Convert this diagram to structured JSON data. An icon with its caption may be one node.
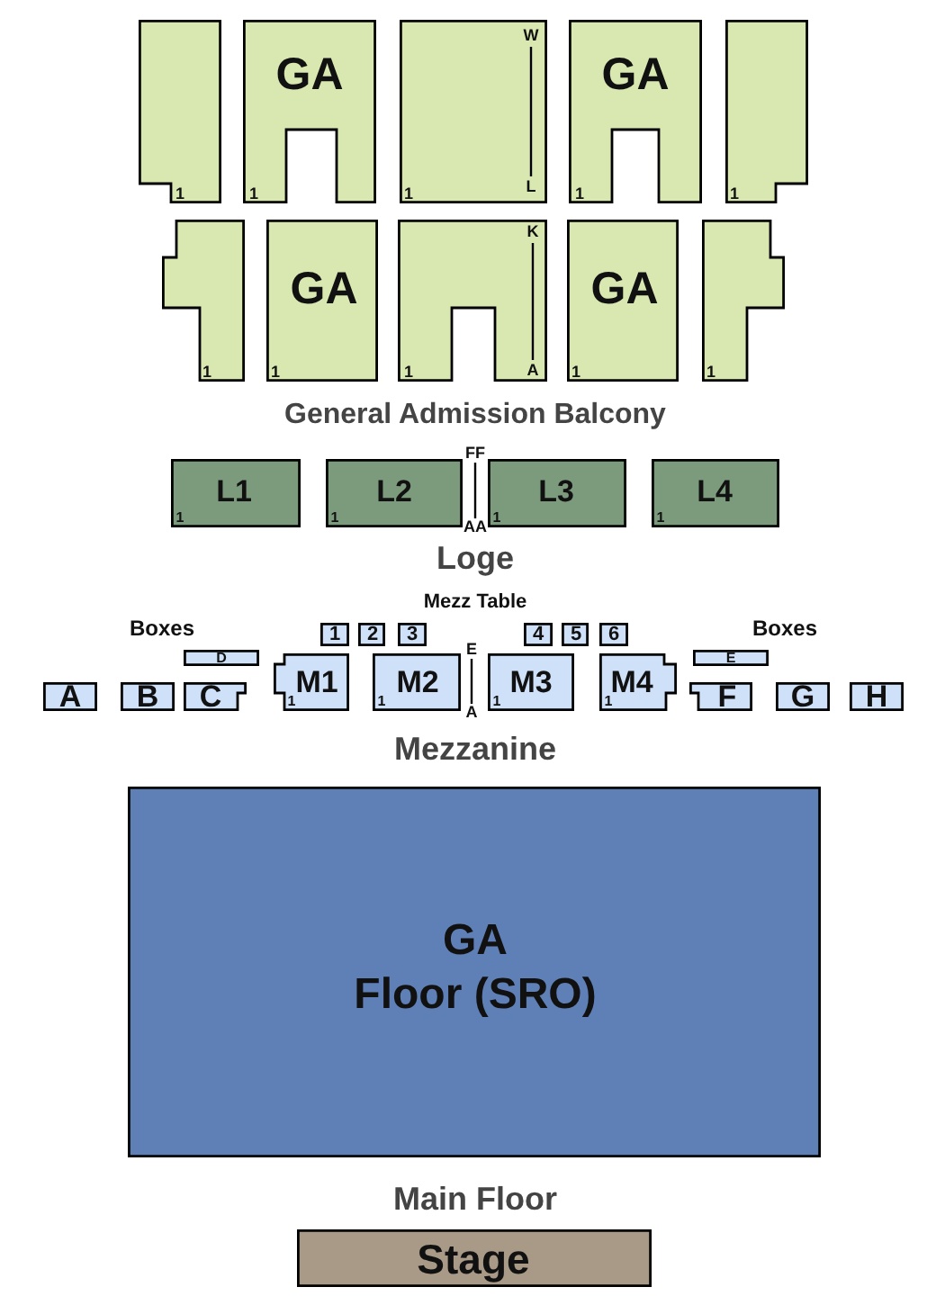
{
  "diagram": {
    "nodes": [
      {
        "text": [
          "1"
        ]
      },
      {
        "text": [
          "GA",
          "1"
        ]
      },
      {
        "text": [
          "W",
          "1",
          "L"
        ]
      },
      {
        "text": [
          "GA",
          "1"
        ]
      },
      {
        "text": [
          "1"
        ]
      },
      {
        "text": [
          "1"
        ]
      },
      {
        "text": [
          "GA",
          "1"
        ]
      },
      {
        "text": [
          "K",
          "1",
          "A"
        ]
      },
      {
        "text": [
          "GA",
          "1"
        ]
      },
      {
        "text": [
          "1"
        ]
      },
      {
        "text": [
          "L1",
          "1"
        ]
      },
      {
        "text": [
          "L2",
          "1"
        ]
      },
      {
        "text": [
          "L3",
          "1"
        ]
      },
      {
        "text": [
          "L4",
          "1"
        ]
      },
      {
        "text": [
          "1"
        ]
      },
      {
        "text": [
          "2"
        ]
      },
      {
        "text": [
          "3"
        ]
      },
      {
        "text": [
          "4"
        ]
      },
      {
        "text": [
          "5"
        ]
      },
      {
        "text": [
          "6"
        ]
      },
      {
        "text": [
          "D"
        ]
      },
      {
        "text": [
          "E"
        ]
      },
      {
        "text": [
          "A"
        ]
      },
      {
        "text": [
          "B"
        ]
      },
      {
        "text": [
          "C"
        ]
      },
      {
        "text": [
          "M1",
          "1"
        ]
      },
      {
        "text": [
          "M2",
          "1"
        ]
      },
      {
        "text": [
          "M3",
          "1"
        ]
      },
      {
        "text": [
          "M4",
          "1"
        ]
      },
      {
        "text": [
          "F"
        ]
      },
      {
        "text": [
          "G"
        ]
      },
      {
        "text": [
          "H"
        ]
      },
      {
        "text": [
          "GA",
          "Floor (SRO)"
        ]
      },
      {
        "text": [
          "Stage"
        ]
      }
    ],
    "labels": [
      "General Admission Balcony",
      "FF",
      "AA",
      "Loge",
      "Mezz Table",
      "Boxes",
      "Boxes",
      "E",
      "A",
      "Mezzanine",
      "Main Floor"
    ]
  }
}
